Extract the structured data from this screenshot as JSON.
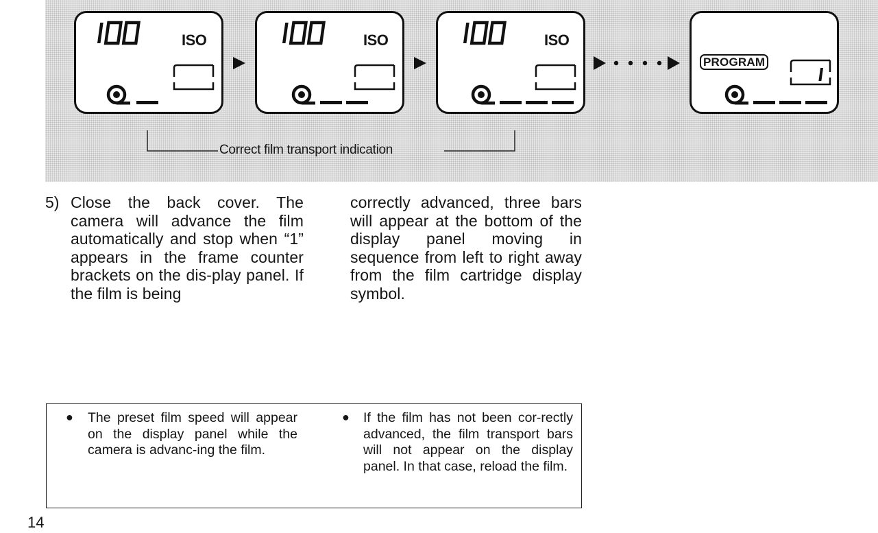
{
  "diagram": {
    "iso_label": "ISO",
    "program_label": "PROGRAM",
    "caption": "Correct film transport indication",
    "panels": [
      {
        "id": "panel-1",
        "speed_value": "100",
        "transport_bars": 1
      },
      {
        "id": "panel-2",
        "speed_value": "100",
        "transport_bars": 2
      },
      {
        "id": "panel-3",
        "speed_value": "100",
        "transport_bars": 3
      },
      {
        "id": "panel-4",
        "mode": "PROGRAM",
        "frame_count": "1",
        "transport_bars": 3
      }
    ]
  },
  "step": {
    "number": "5)",
    "text_col1": "Close the back cover. The camera will advance the film automatically and stop when “1” appears in the frame counter brackets on the dis-play panel. If the film is being",
    "text_col2": "correctly advanced, three bars will appear at the bottom of the display panel moving in sequence from left to right away from the film cartridge display symbol."
  },
  "notes": [
    {
      "text": "The preset film speed will appear on the display panel while the camera is advanc-ing the film."
    },
    {
      "text": "If the film has not been cor-rectly advanced, the film transport bars will not appear on the display panel. In that case, reload the film."
    }
  ],
  "page_number": "14"
}
